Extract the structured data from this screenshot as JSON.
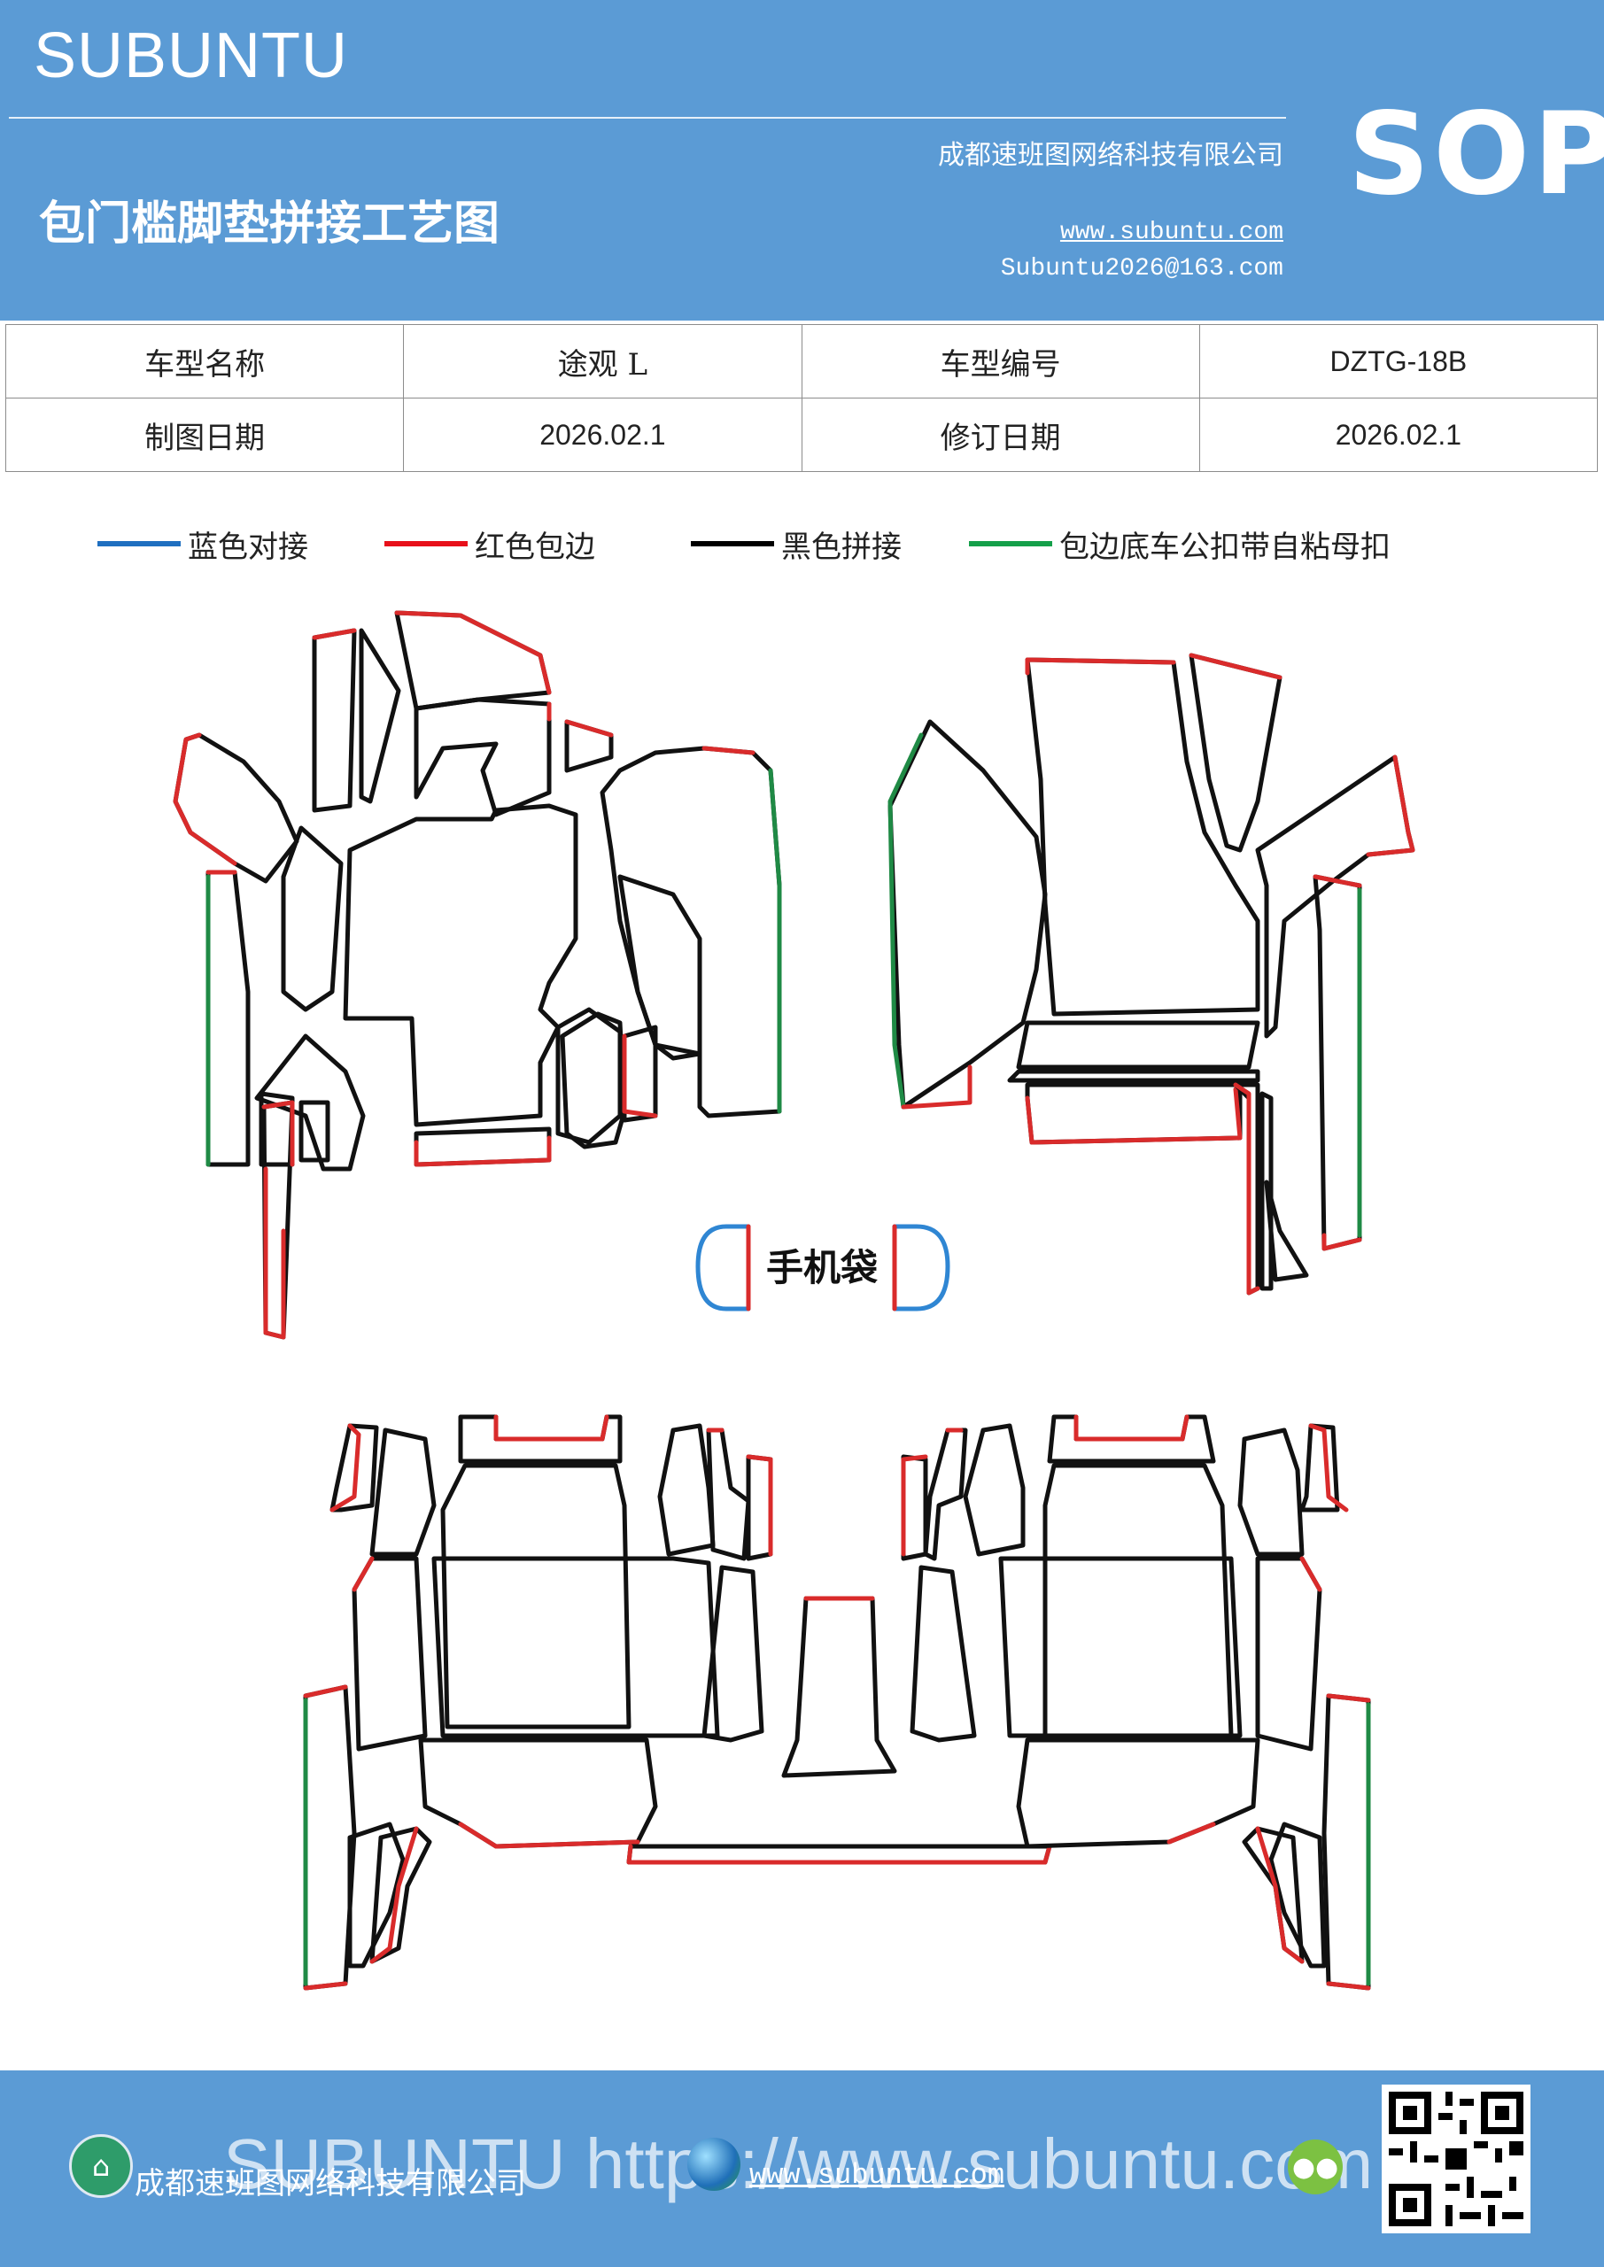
{
  "header": {
    "brand": "SUBUNTU",
    "title": "包门槛脚垫拼接工艺图",
    "company": "成都速班图网络科技有限公司",
    "website": "www.subuntu.com",
    "email": "Subuntu2026@163.com",
    "badge": "SOP"
  },
  "info_table": {
    "rows": [
      [
        "车型名称",
        "途观 L",
        "车型编号",
        "DZTG-18B"
      ],
      [
        "制图日期",
        "2026.02.1",
        "修订日期",
        "2026.02.1"
      ]
    ]
  },
  "legend": {
    "items": [
      {
        "label": "蓝色对接",
        "color": "#1f6fc0"
      },
      {
        "label": "红色包边",
        "color": "#e8101a"
      },
      {
        "label": "黑色拼接",
        "color": "#000000"
      },
      {
        "label": "包边底车公扣带自粘母扣",
        "color": "#14a04a"
      }
    ]
  },
  "diagram": {
    "phone_pouch_label": "手机袋",
    "colors": {
      "stitch": "#111111",
      "edge": "#d92b2b",
      "velcro": "#1f8a45",
      "butt": "#2f86d3"
    }
  },
  "footer": {
    "company": "成都速班图网络科技有限公司",
    "watermark": "SUBUNTU https://www.subuntu.com",
    "website": "www.subuntu.com"
  }
}
